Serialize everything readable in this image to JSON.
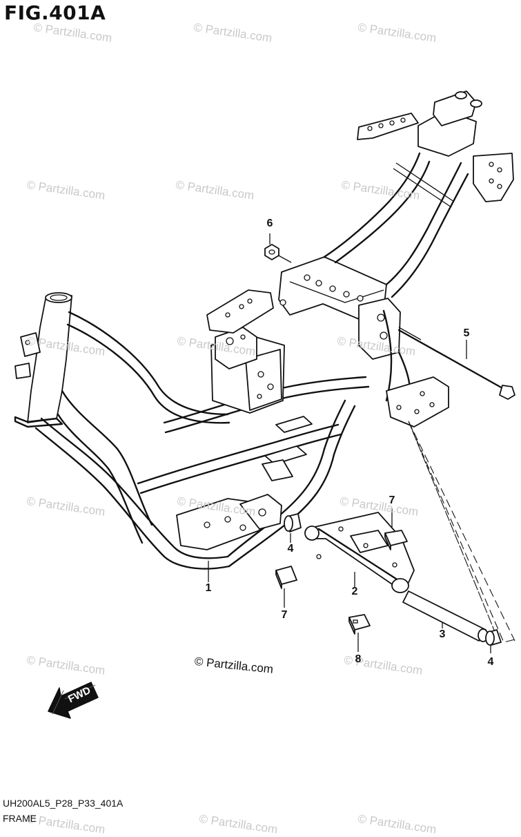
{
  "figure": {
    "title": "FIG.401A",
    "code": "UH200AL5_P28_P33_401A",
    "name": "FRAME",
    "credit": "© Partzilla.com"
  },
  "watermark": {
    "text": "© Partzilla.com"
  },
  "fwd_label": "FWD",
  "callouts": [
    "1",
    "2",
    "3",
    "4",
    "4",
    "5",
    "6",
    "7",
    "7",
    "8"
  ]
}
